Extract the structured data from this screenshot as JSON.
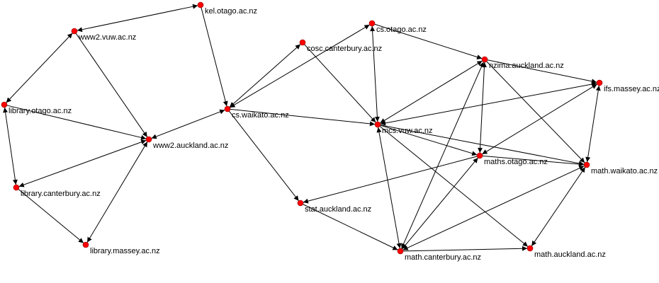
{
  "colors": {
    "node": "#ff0000",
    "edge": "#000000",
    "background": "#ffffff"
  },
  "nodes": [
    {
      "id": "kel",
      "label": "kel.otago.ac.nz"
    },
    {
      "id": "www2vuw",
      "label": "www2.vuw.ac.nz"
    },
    {
      "id": "libotago",
      "label": "library.otago.ac.nz"
    },
    {
      "id": "www2auck",
      "label": "www2.auckland.ac.nz"
    },
    {
      "id": "libcant",
      "label": "library.canterbury.ac.nz"
    },
    {
      "id": "libmassey",
      "label": "library.massey.ac.nz"
    },
    {
      "id": "cswaikato",
      "label": "cs.waikato.ac.nz"
    },
    {
      "id": "cosccant",
      "label": "cosc.canterbury.ac.nz"
    },
    {
      "id": "csotago",
      "label": "cs.otago.ac.nz"
    },
    {
      "id": "nzima",
      "label": "nzima.auckland.ac.nz"
    },
    {
      "id": "ifsmassey",
      "label": "ifs.massey.ac.nz"
    },
    {
      "id": "mcsvuw",
      "label": "mcs.vuw.ac.nz"
    },
    {
      "id": "mathsotago",
      "label": "maths.otago.ac.nz"
    },
    {
      "id": "mathwaikato",
      "label": "math.waikato.ac.nz"
    },
    {
      "id": "statauck",
      "label": "stat.auckland.ac.nz"
    },
    {
      "id": "mathcant",
      "label": "math.canterbury.ac.nz"
    },
    {
      "id": "mathauck",
      "label": "math.auckland.ac.nz"
    }
  ],
  "edges": [
    {
      "from": "kel",
      "to": "www2vuw",
      "both": true
    },
    {
      "from": "kel",
      "to": "cswaikato",
      "both": false
    },
    {
      "from": "www2vuw",
      "to": "libotago",
      "both": true
    },
    {
      "from": "www2vuw",
      "to": "www2auck",
      "both": false
    },
    {
      "from": "libotago",
      "to": "www2auck",
      "both": false
    },
    {
      "from": "libotago",
      "to": "libcant",
      "both": true
    },
    {
      "from": "www2auck",
      "to": "libcant",
      "both": true
    },
    {
      "from": "www2auck",
      "to": "libmassey",
      "both": true
    },
    {
      "from": "libcant",
      "to": "libmassey",
      "both": false
    },
    {
      "from": "cswaikato",
      "to": "www2auck",
      "both": true
    },
    {
      "from": "cswaikato",
      "to": "cosccant",
      "both": true
    },
    {
      "from": "cswaikato",
      "to": "csotago",
      "both": true
    },
    {
      "from": "cswaikato",
      "to": "mcsvuw",
      "both": false
    },
    {
      "from": "cswaikato",
      "to": "statauck",
      "both": false
    },
    {
      "from": "cosccant",
      "to": "mcsvuw",
      "both": false
    },
    {
      "from": "mcsvuw",
      "to": "csotago",
      "both": true
    },
    {
      "from": "csotago",
      "to": "nzima",
      "both": false
    },
    {
      "from": "mcsvuw",
      "to": "nzima",
      "both": true
    },
    {
      "from": "nzima",
      "to": "ifsmassey",
      "both": false
    },
    {
      "from": "ifsmassey",
      "to": "mcsvuw",
      "both": true
    },
    {
      "from": "nzima",
      "to": "mathwaikato",
      "both": false
    },
    {
      "from": "nzima",
      "to": "mathsotago",
      "both": true
    },
    {
      "from": "nzima",
      "to": "mathcant",
      "both": true
    },
    {
      "from": "ifsmassey",
      "to": "mathsotago",
      "both": true
    },
    {
      "from": "ifsmassey",
      "to": "mathwaikato",
      "both": true
    },
    {
      "from": "mcsvuw",
      "to": "mathsotago",
      "both": false
    },
    {
      "from": "mcsvuw",
      "to": "mathwaikato",
      "both": false
    },
    {
      "from": "mcsvuw",
      "to": "mathauck",
      "both": false
    },
    {
      "from": "mcsvuw",
      "to": "mathcant",
      "both": true
    },
    {
      "from": "mathsotago",
      "to": "mathwaikato",
      "both": false
    },
    {
      "from": "mathsotago",
      "to": "statauck",
      "both": false
    },
    {
      "from": "mathsotago",
      "to": "mathcant",
      "both": true
    },
    {
      "from": "mathwaikato",
      "to": "mathcant",
      "both": true
    },
    {
      "from": "mathwaikato",
      "to": "mathauck",
      "both": true
    },
    {
      "from": "statauck",
      "to": "mathcant",
      "both": false
    },
    {
      "from": "mathcant",
      "to": "mathauck",
      "both": false
    }
  ]
}
